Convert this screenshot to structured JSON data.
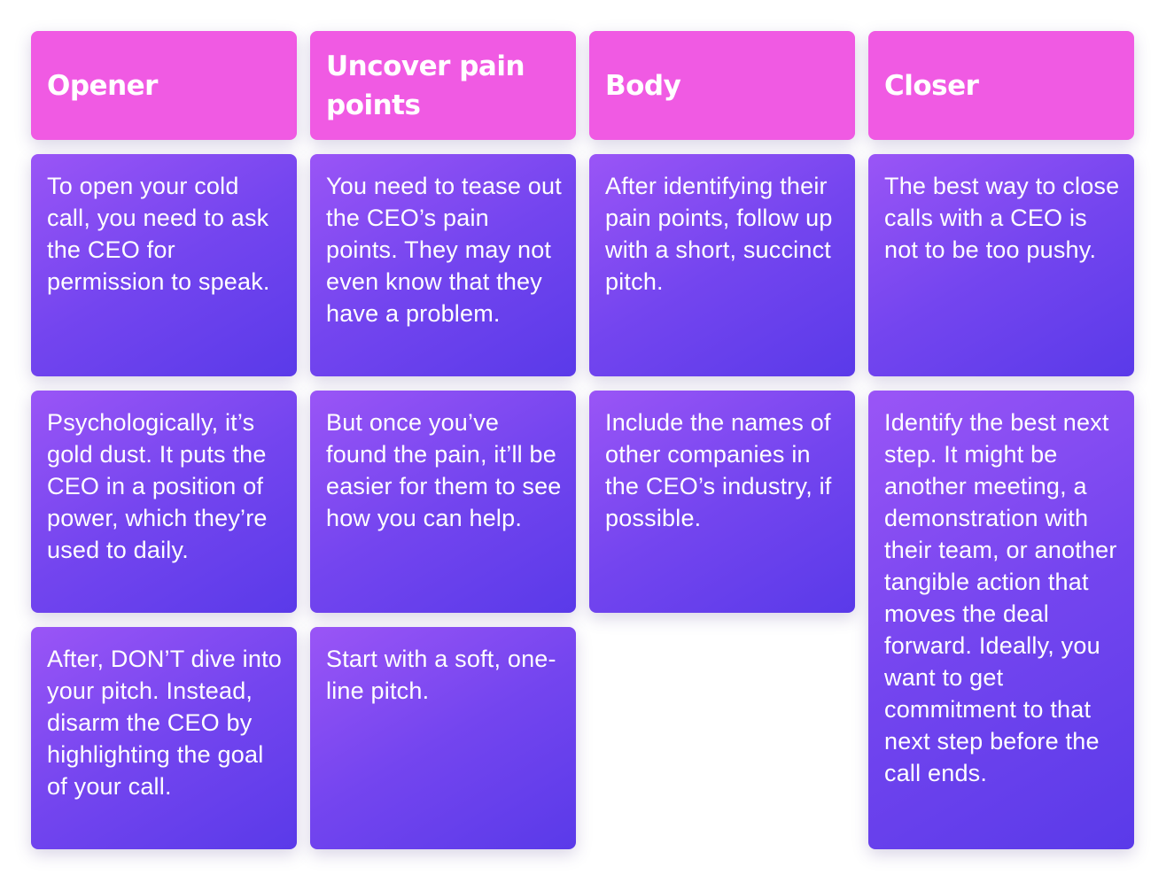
{
  "columns": [
    {
      "title": "Opener",
      "notes": [
        "To open your cold call, you need to ask the CEO for permission to speak.",
        "Psychologically, it’s gold dust. It puts the CEO in a position of power, which they’re used to daily.",
        "After, DON’T dive into your pitch. Instead, disarm the CEO by highlighting the goal of your call."
      ]
    },
    {
      "title": "Uncover pain points",
      "notes": [
        "You need to tease out the CEO’s pain points. They may not even know that they have a problem.",
        "But once you’ve found the pain, it’ll be easier for them to see how you can help.",
        "Start with a soft, one-line pitch."
      ]
    },
    {
      "title": "Body",
      "notes": [
        "After identifying their pain points, follow up with a short, succinct pitch.",
        "Include the names of other companies in the CEO’s industry, if possible."
      ]
    },
    {
      "title": "Closer",
      "notes": [
        "The best way to close calls with a CEO is not to be too pushy.",
        "Identify the best next step. It might be another meeting, a demonstration with their team, or another tangible action that moves the deal forward. Ideally, you want to get commitment to that next step before the call ends."
      ]
    }
  ],
  "colors": {
    "header_bg": "#f05ae3",
    "note_gradient_start": "#9a55f6",
    "note_gradient_end": "#5a3ae9",
    "text": "#ffffff"
  }
}
